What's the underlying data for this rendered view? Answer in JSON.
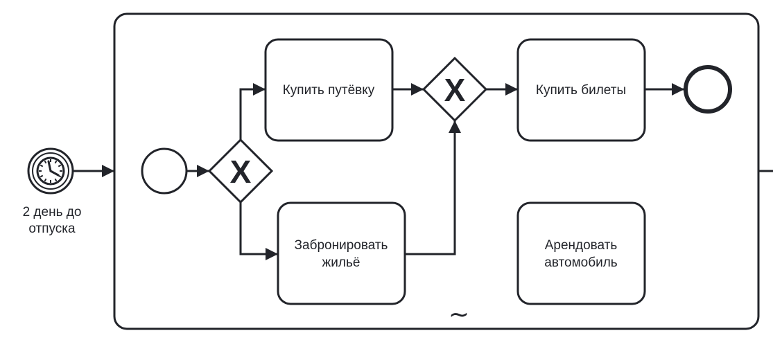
{
  "diagram": {
    "type": "BPMN",
    "colors": {
      "stroke": "#22242a",
      "background": "#ffffff"
    },
    "timer_start": {
      "icon": "clock-icon",
      "label_lines": [
        "2 день до",
        "отпуска"
      ]
    },
    "subprocess": {
      "marker": "~",
      "marker_meaning": "ad-hoc-marker",
      "start_event": {
        "label": ""
      },
      "gateway_split": {
        "symbol": "X",
        "type": "exclusive"
      },
      "gateway_join": {
        "symbol": "X",
        "type": "exclusive"
      },
      "tasks": [
        {
          "id": "buy-tour",
          "label_lines": [
            "Купить путёвку"
          ]
        },
        {
          "id": "book-housing",
          "label_lines": [
            "Забронировать",
            "жильё"
          ]
        },
        {
          "id": "buy-tickets",
          "label_lines": [
            "Купить билеты"
          ]
        },
        {
          "id": "rent-car",
          "label_lines": [
            "Арендовать",
            "автомобиль"
          ]
        }
      ],
      "end_event": {
        "label": ""
      }
    }
  }
}
